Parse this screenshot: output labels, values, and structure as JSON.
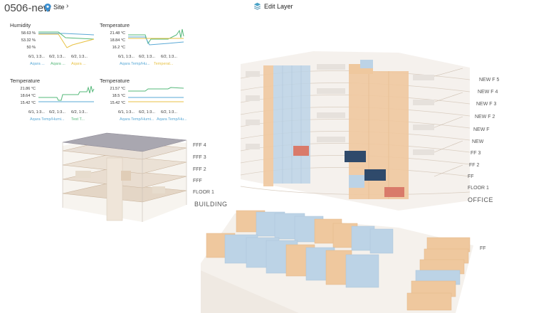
{
  "header": {
    "title": "0506-new",
    "site_label": "Site",
    "site_chevron": "›",
    "edit_layer_label": "Edit Layer"
  },
  "colors": {
    "series_blue": "#5aa9d6",
    "series_green": "#56b87a",
    "series_yellow": "#e8c244",
    "room_orange": "#efc89e",
    "room_blue": "#bcd3e6",
    "room_red": "#d97a6a",
    "room_navy": "#2f4a6b"
  },
  "mini_charts": [
    {
      "title": "Humidity",
      "y_ticks": [
        "58.63 %",
        "53.32 %",
        "50 %"
      ],
      "x_ticks": [
        "6/1, 1:3...",
        "6/2, 1:3...",
        "6/2, 1:3..."
      ],
      "legend": [
        "Aqara ...",
        "Aqara ...",
        "Aqara ..."
      ]
    },
    {
      "title": "Temperature",
      "y_ticks": [
        "21.48 °C",
        "18.84 °C",
        "16.2 °C"
      ],
      "x_ticks": [
        "6/1, 1:3...",
        "6/2, 1:3...",
        "6/2, 1:3..."
      ],
      "legend": [
        "Aqara Temp/Hu...",
        "Temperat..."
      ]
    },
    {
      "title": "Temperature",
      "y_ticks": [
        "21.86 °C",
        "18.64 °C",
        "15.42 °C"
      ],
      "x_ticks": [
        "6/1, 1:3...",
        "6/2, 1:3...",
        "6/2, 1:3..."
      ],
      "legend": [
        "Aqara Temp/Humi...",
        "Test T..."
      ]
    },
    {
      "title": "Temperature",
      "y_ticks": [
        "21.57 °C",
        "18.5 °C",
        "15.42 °C"
      ],
      "x_ticks": [
        "6/1, 1:3...",
        "6/2, 1:3...",
        "6/2, 1:3..."
      ],
      "legend": [
        "Aqara Temp/Humi...",
        "Aqara Temp/Hu..."
      ]
    }
  ],
  "building": {
    "name": "BUILDING",
    "floors": [
      "FFF 4",
      "FFF 3",
      "FFF 2",
      "FFF",
      "FLOOR 1"
    ]
  },
  "office": {
    "name": "OFFICE",
    "floors": [
      "NEW F 5",
      "NEW F 4",
      "NEW F 3",
      "NEW F 2",
      "NEW F",
      "NEW",
      "FF 3",
      "FF 2",
      "FF",
      "FLOOR 1"
    ]
  },
  "warehouse": {
    "floor_label": "FF"
  }
}
